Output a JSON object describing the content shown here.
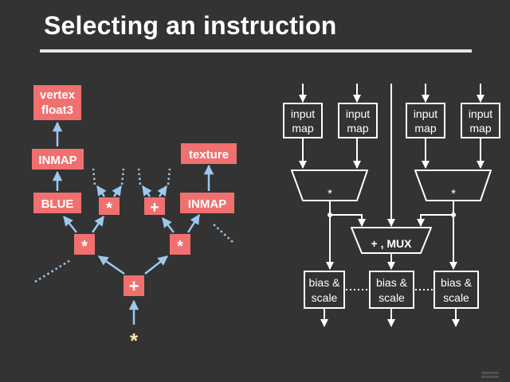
{
  "slide": {
    "title": "Selecting an instruction"
  },
  "tree": {
    "vertex_line1": "vertex",
    "vertex_line2": "float3",
    "inmap_left": "INMAP",
    "blue": "BLUE",
    "mul_small": "*",
    "add_small": "+",
    "texture": "texture",
    "inmap_right": "INMAP",
    "mul_left": "*",
    "mul_right": "*",
    "add_root": "+",
    "root_input": "*"
  },
  "pipeline": {
    "input_map_line1": "input",
    "input_map_line2": "map",
    "mul_unit": "*",
    "mux_unit": "+ , MUX",
    "bias_line1": "bias &",
    "bias_line2": "scale"
  },
  "colors": {
    "background": "#333333",
    "node_fill": "#f07070",
    "edge_blue": "#9dc8ee",
    "root_star": "#ffe9a0"
  }
}
